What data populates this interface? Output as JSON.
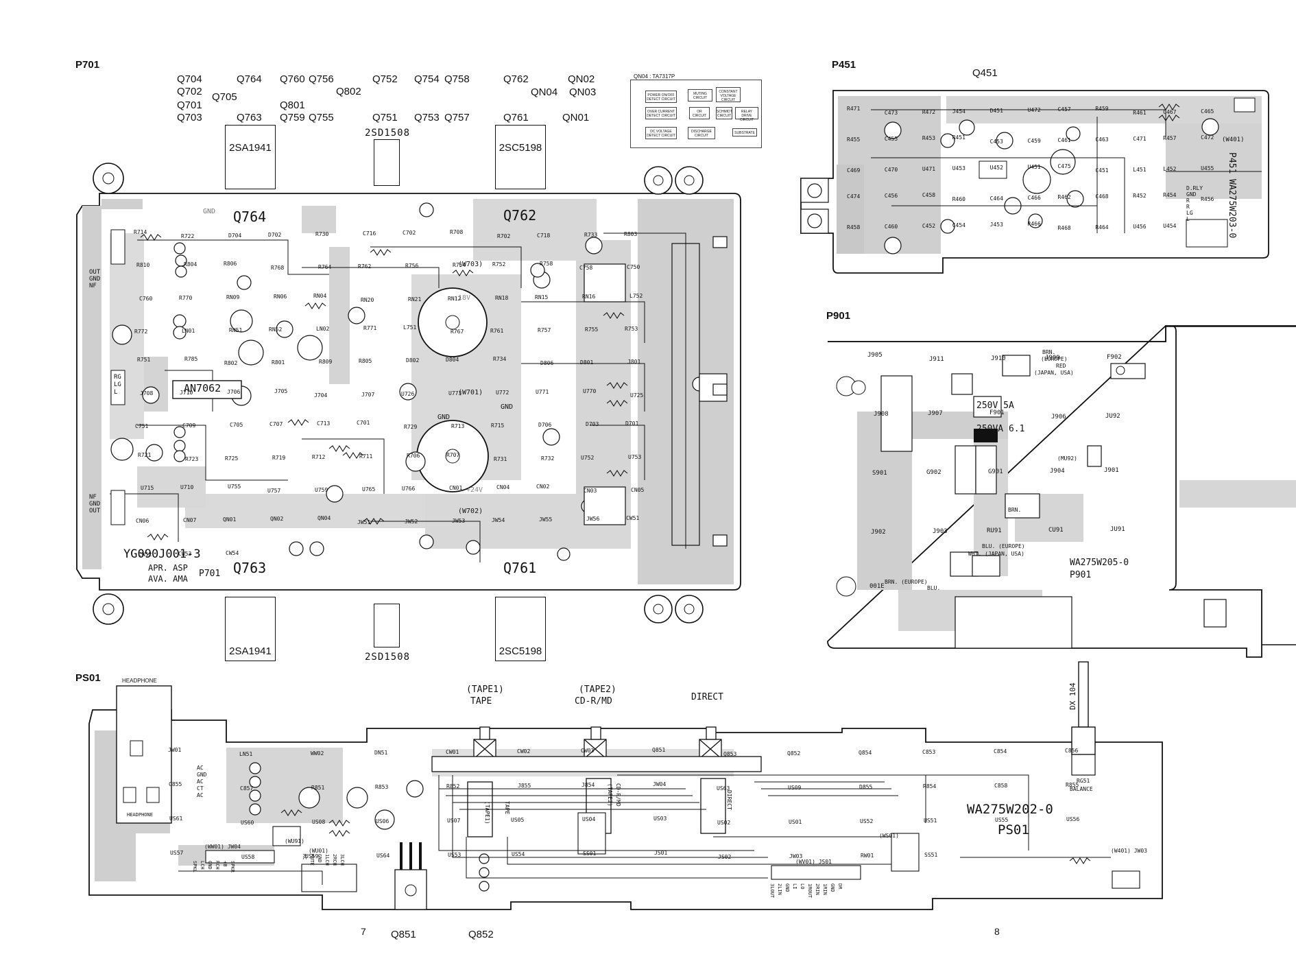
{
  "sections": {
    "p701": "P701",
    "p451": "P451",
    "p901": "P901",
    "ps01": "PS01"
  },
  "page_numbers": {
    "left": "7",
    "right": "8"
  },
  "p701_labels": {
    "q704": "Q704",
    "q702": "Q702",
    "q701": "Q701",
    "q703": "Q703",
    "q705": "Q705",
    "q764": "Q764",
    "q763": "Q763",
    "q760": "Q760",
    "q756": "Q756",
    "q802": "Q802",
    "q801": "Q801",
    "q759": "Q759",
    "q755": "Q755",
    "q752": "Q752",
    "q754": "Q754",
    "q758": "Q758",
    "q751": "Q751",
    "q753": "Q753",
    "q757": "Q757",
    "q762": "Q762",
    "qn02": "QN02",
    "qn04": "QN04",
    "qn03": "QN03",
    "q761": "Q761",
    "qn01": "QN01"
  },
  "parts": {
    "tr_2sa1941_top": "2SA1941",
    "tr_2sd1508_top": "2SD1508",
    "tr_2sc5198_top": "2SC5198",
    "tr_2sa1941_bot": "2SA1941",
    "tr_2sd1508_bot": "2SD1508",
    "tr_2sc5198_bot": "2SC5198"
  },
  "qn04_block": {
    "title": "QN04 : TA7317P",
    "blocks": [
      "POWER ON/OFF DETECT CIRCUIT",
      "MUTING CIRCUIT",
      "CONSTANT VOLTAGE CIRCUIT",
      "OVER CURRENT DETECT CIRCUIT",
      "OR CIRCUIT",
      "SCHMIDT CIRCUIT",
      "RELAY DRIVE CIRCUIT",
      "DC VOLTAGE DETECT CIRCUIT",
      "DISCHARGE CIRCUIT",
      "SUBSTRATE"
    ]
  },
  "p701_board": {
    "ic": "AN7062",
    "model_code": "YG090J001-3",
    "model_line2": "APR. ASP",
    "model_line3": "AVA. AMA",
    "board_name": "P701",
    "q764_silk": "Q764",
    "q762_silk": "Q762",
    "q763_silk": "Q763",
    "q761_silk": "Q761",
    "refs": [
      "R714",
      "R722",
      "D704",
      "D702",
      "R730",
      "C716",
      "C702",
      "R708",
      "R702",
      "C718",
      "R733",
      "R803",
      "R810",
      "R804",
      "R806",
      "R768",
      "R764",
      "R762",
      "R756",
      "R754",
      "R752",
      "R758",
      "C758",
      "C750",
      "C760",
      "R770",
      "RN09",
      "RN06",
      "RN04",
      "RN20",
      "RN21",
      "RN12",
      "RN18",
      "RN15",
      "RN16",
      "L752",
      "R772",
      "LN01",
      "RN51",
      "RN52",
      "LN02",
      "R771",
      "L751",
      "R767",
      "R761",
      "R757",
      "R755",
      "R753",
      "R751",
      "R785",
      "R802",
      "R801",
      "R809",
      "R805",
      "D802",
      "D804",
      "R734",
      "D806",
      "D801",
      "J801",
      "J708",
      "J710",
      "J706",
      "J705",
      "J704",
      "J707",
      "U726",
      "U773",
      "U772",
      "U771",
      "U770",
      "U725",
      "C751",
      "C709",
      "C705",
      "C707",
      "C713",
      "C701",
      "R729",
      "R713",
      "R715",
      "D706",
      "D703",
      "D701",
      "R721",
      "R723",
      "R725",
      "R719",
      "R712",
      "R711",
      "R706",
      "R707",
      "R731",
      "R732",
      "U752",
      "U753",
      "U715",
      "U710",
      "U755",
      "U757",
      "U759",
      "U765",
      "U766",
      "CN01",
      "CN04",
      "CN02",
      "CN03",
      "CN05",
      "CN06",
      "CN07",
      "QN01",
      "QN02",
      "QN04",
      "JW51",
      "JW52",
      "JW53",
      "JW54",
      "JW55",
      "JW56",
      "CW51",
      "CW52",
      "CW53",
      "CW54"
    ],
    "gnd_a": "GND",
    "gnd_b": "GND",
    "gnd_c": "GND",
    "v_minus": "-18V",
    "v_plus": "+24V",
    "w703": "(W703)",
    "w701": "(W701)",
    "w702": "(W702)",
    "out_gnd_nf": [
      "OUT",
      "GND",
      "NF"
    ],
    "nf_gnd_out": [
      "NF",
      "GND",
      "OUT"
    ],
    "rg_lg_l": [
      "RG",
      "LG",
      "L"
    ]
  },
  "p451_board": {
    "q451": "Q451",
    "model": "P451  WA275W203-0",
    "w401": "(W401)",
    "refs": [
      "R471",
      "C473",
      "R472",
      "J454",
      "D451",
      "U472",
      "C457",
      "R459",
      "R461",
      "C467",
      "C465",
      "R455",
      "C455",
      "R453",
      "R451",
      "C453",
      "C459",
      "C461",
      "C463",
      "C471",
      "R457",
      "C472",
      "C469",
      "C470",
      "U471",
      "U453",
      "U452",
      "U451",
      "C475",
      "C451",
      "L451",
      "L452",
      "U455",
      "C474",
      "C456",
      "C458",
      "R460",
      "C464",
      "C466",
      "R462",
      "C468",
      "R452",
      "R454",
      "R456",
      "R458",
      "C460",
      "C452",
      "C454",
      "J453",
      "R466",
      "R468",
      "R464",
      "U456",
      "U454"
    ],
    "dry_gnd": [
      "D.RLY",
      "GND",
      "R",
      "R",
      "LG",
      "L"
    ]
  },
  "p901_board": {
    "model": "WA275W205-0",
    "name": "P901",
    "refs": [
      "J905",
      "J911",
      "J910",
      "J909",
      "F902",
      "J908",
      "J907",
      "F901",
      "J906",
      "JU92",
      "S901",
      "G902",
      "G901",
      "J904",
      "J901",
      "J902",
      "J903",
      "RU91",
      "CU91",
      "JU91",
      "001E"
    ],
    "brn_europe": "BRN.",
    "europe": "(EUROPE)",
    "red_japan": "RED",
    "japan_usa": "(JAPAN, USA)",
    "f902_rating": "250V   5A",
    "f901_rating": "250VA 6.1",
    "mu92": "(MU92)",
    "brn": "BRN.",
    "blu_europe": "BLU. (EUROPE)",
    "wht_japan": "WHT. (JAPAN, USA)",
    "brn_europe2": "BRN. (EUROPE)",
    "blu": "BLU."
  },
  "ps01_board": {
    "headphone_top": "HEADPHONE",
    "headphone_jack": "HEADPHONE",
    "tape1_top": "(TAPE1)",
    "tape": "TAPE",
    "tape2_top": "(TAPE2)",
    "cdr_md": "CD-R/MD",
    "direct": "DIRECT",
    "dx104": "DX 104",
    "model": "WA275W202-0",
    "name": "PS01",
    "balance": "BALANCE",
    "rg51": "RG51",
    "q851": "Q851",
    "q852": "Q852",
    "tape1_sw": "(TAPE1)",
    "tape_sw": "TAPE",
    "tape2_sw": "(TAPE2)",
    "cdr_sw": "CD-R/MD",
    "direct_sw": "DIRECT",
    "refs": [
      "JW01",
      "LN51",
      "WW02",
      "DN51",
      "CW01",
      "CW02",
      "CW03",
      "Q851",
      "Q853",
      "Q852",
      "Q854",
      "C853",
      "C854",
      "C856",
      "C855",
      "C857",
      "R851",
      "R853",
      "R852",
      "J855",
      "J854",
      "JW04",
      "US63",
      "US09",
      "D855",
      "R854",
      "C858",
      "R855",
      "US61",
      "US60",
      "US08",
      "US06",
      "US07",
      "US05",
      "US04",
      "US03",
      "US02",
      "US01",
      "US52",
      "US51",
      "US55",
      "US56",
      "US57",
      "US58",
      "US59",
      "US64",
      "US53",
      "US54",
      "SS01",
      "JS01",
      "JS02",
      "JW03",
      "RW01",
      "SS51"
    ],
    "wu91": "(WU91)",
    "wu01": "(WU01)",
    "ww01": "(WW01) JW04",
    "ws01": "(WS01)",
    "wv01": "(WV01) JS01",
    "w401": "(W401) JW03",
    "js01_pins": [
      "3LOUT",
      "2LIN",
      "GND",
      "LI",
      "LO",
      "1ROUT",
      "2RIN",
      "1RIN",
      "GND",
      "DR"
    ],
    "jw04_pins": [
      "SPKL",
      "LCH",
      "GND",
      "RCH",
      "+B",
      "SPKR"
    ],
    "mute_pins": [
      "RC",
      "MUTE",
      "GND",
      "1LCH",
      "2RCH",
      "3LCH"
    ],
    "ac_gnd": [
      "AC",
      "GND",
      "AC",
      "CT",
      "AC"
    ]
  }
}
